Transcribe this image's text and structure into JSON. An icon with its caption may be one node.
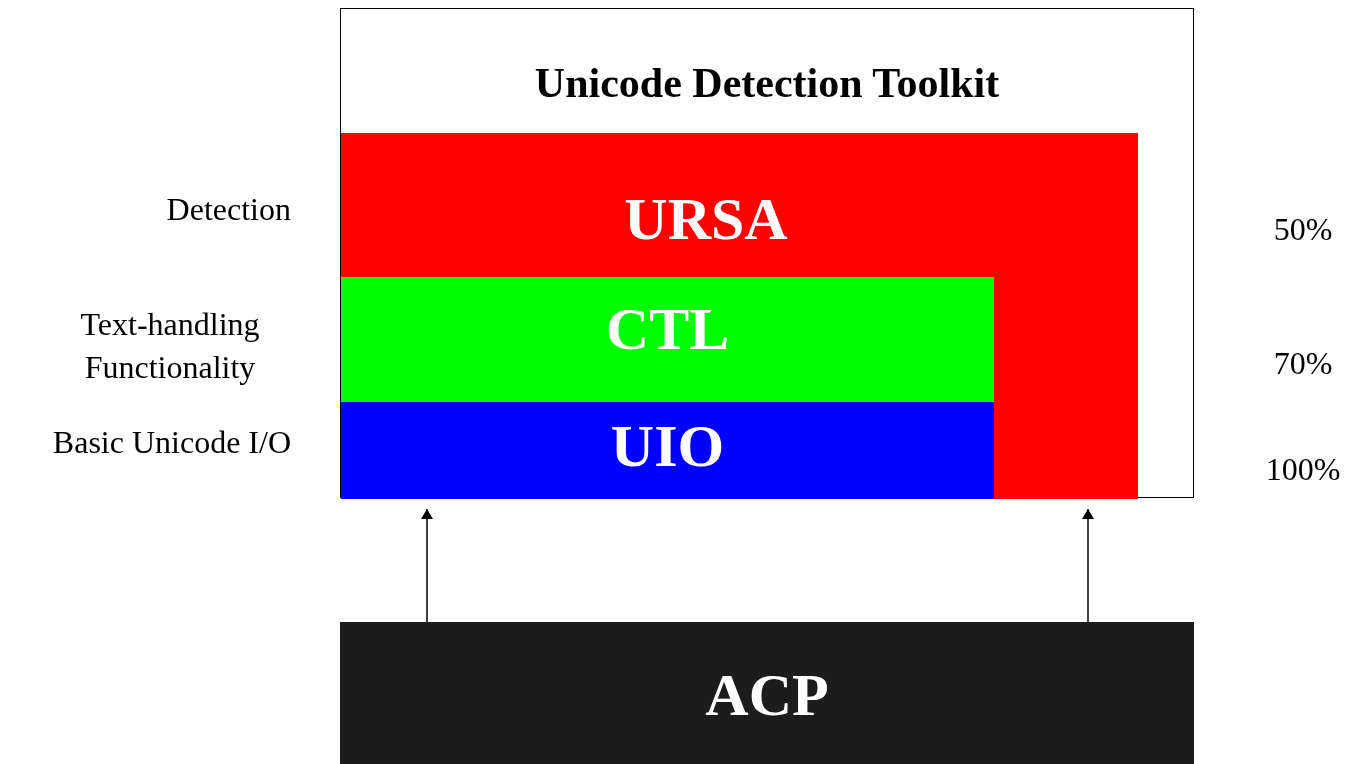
{
  "diagram": {
    "nodes": [
      {
        "text": [
          "Unicode Detection Toolkit"
        ]
      },
      {
        "text": [
          "URSA"
        ],
        "in": 0
      },
      {
        "text": [
          "CTL"
        ],
        "in": 1
      },
      {
        "text": [
          "UIO"
        ],
        "in": 1
      },
      {
        "text": [
          "ACP"
        ]
      }
    ],
    "edges": [
      {
        "from": 4,
        "to": 3,
        "arrow": "to"
      },
      {
        "from": 4,
        "to": 1,
        "arrow": "to"
      }
    ],
    "labels": [
      "Detection",
      "Text-handling Functionality",
      "Basic Unicode I/O",
      "50%",
      "70%",
      "100%"
    ]
  }
}
